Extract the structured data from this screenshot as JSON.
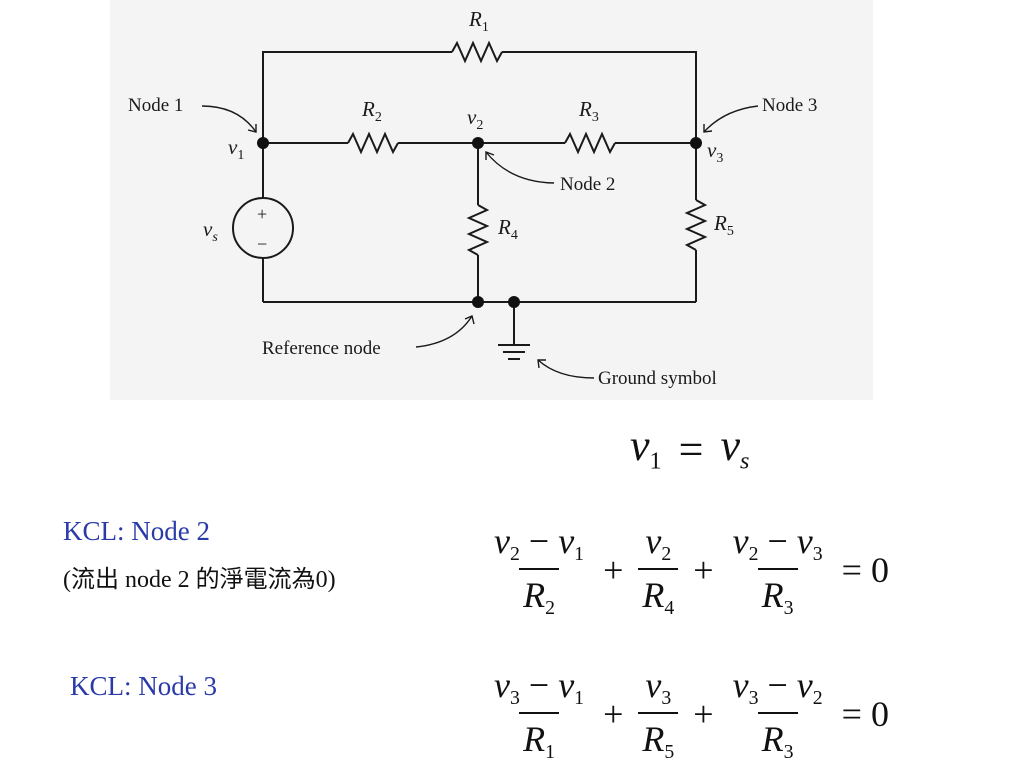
{
  "circuit": {
    "r1": "R",
    "r1_sub": "1",
    "r2": "R",
    "r2_sub": "2",
    "r3": "R",
    "r3_sub": "3",
    "r4": "R",
    "r4_sub": "4",
    "r5": "R",
    "r5_sub": "5",
    "v1": "v",
    "v1_sub": "1",
    "v2": "v",
    "v2_sub": "2",
    "v3": "v",
    "v3_sub": "3",
    "vs": "v",
    "vs_sub": "s",
    "node1": "Node 1",
    "node2": "Node 2",
    "node3": "Node 3",
    "ref_node": "Reference node",
    "ground": "Ground symbol",
    "plus": "+",
    "minus": "−"
  },
  "eq1": {
    "lhs": "v",
    "lhs_sub": "1",
    "rel": "=",
    "rhs": "v",
    "rhs_sub": "s"
  },
  "kcl2": {
    "title": "KCL: Node 2",
    "note": "(流出 node 2  的淨電流為0)",
    "t1_num_a": "v",
    "t1_num_a_sub": "2",
    "t1_minus": "−",
    "t1_num_b": "v",
    "t1_num_b_sub": "1",
    "t1_den": "R",
    "t1_den_sub": "2",
    "plus1": "+",
    "t2_num": "v",
    "t2_num_sub": "2",
    "t2_den": "R",
    "t2_den_sub": "4",
    "plus2": "+",
    "t3_num_a": "v",
    "t3_num_a_sub": "2",
    "t3_minus": "−",
    "t3_num_b": "v",
    "t3_num_b_sub": "3",
    "t3_den": "R",
    "t3_den_sub": "3",
    "rhs": "= 0"
  },
  "kcl3": {
    "title": "KCL: Node 3",
    "t1_num_a": "v",
    "t1_num_a_sub": "3",
    "t1_minus": "−",
    "t1_num_b": "v",
    "t1_num_b_sub": "1",
    "t1_den": "R",
    "t1_den_sub": "1",
    "plus1": "+",
    "t2_num": "v",
    "t2_num_sub": "3",
    "t2_den": "R",
    "t2_den_sub": "5",
    "plus2": "+",
    "t3_num_a": "v",
    "t3_num_a_sub": "3",
    "t3_minus": "−",
    "t3_num_b": "v",
    "t3_num_b_sub": "2",
    "t3_den": "R",
    "t3_den_sub": "3",
    "rhs": "= 0"
  }
}
